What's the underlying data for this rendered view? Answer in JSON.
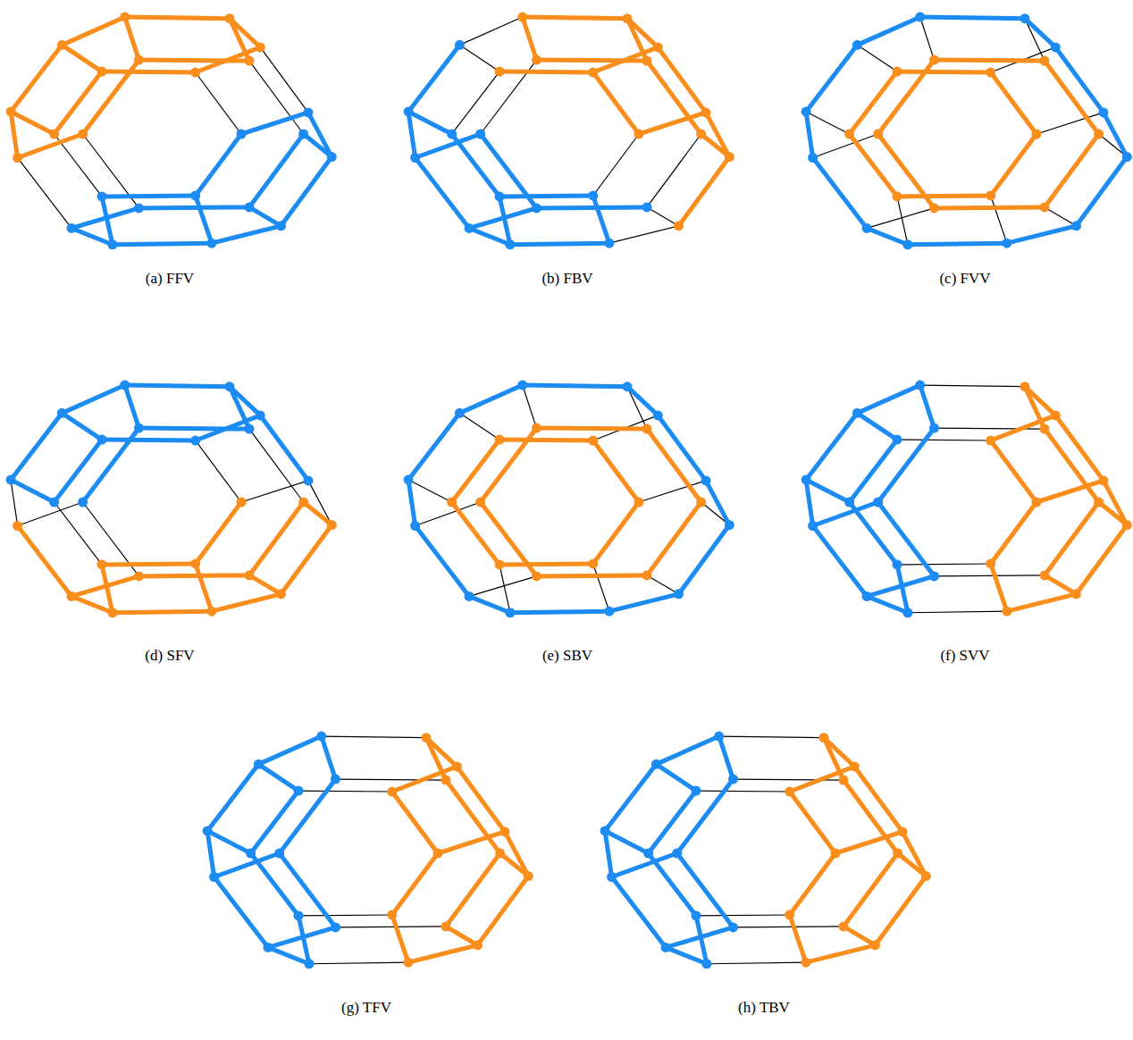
{
  "diagram": {
    "labels": [
      "(a) FFV",
      "(b) FBV",
      "(c) FVV",
      "(d) SFV",
      "(e) SBV",
      "(f) SVV",
      "(g) TFV",
      "(h) TBV"
    ]
  }
}
